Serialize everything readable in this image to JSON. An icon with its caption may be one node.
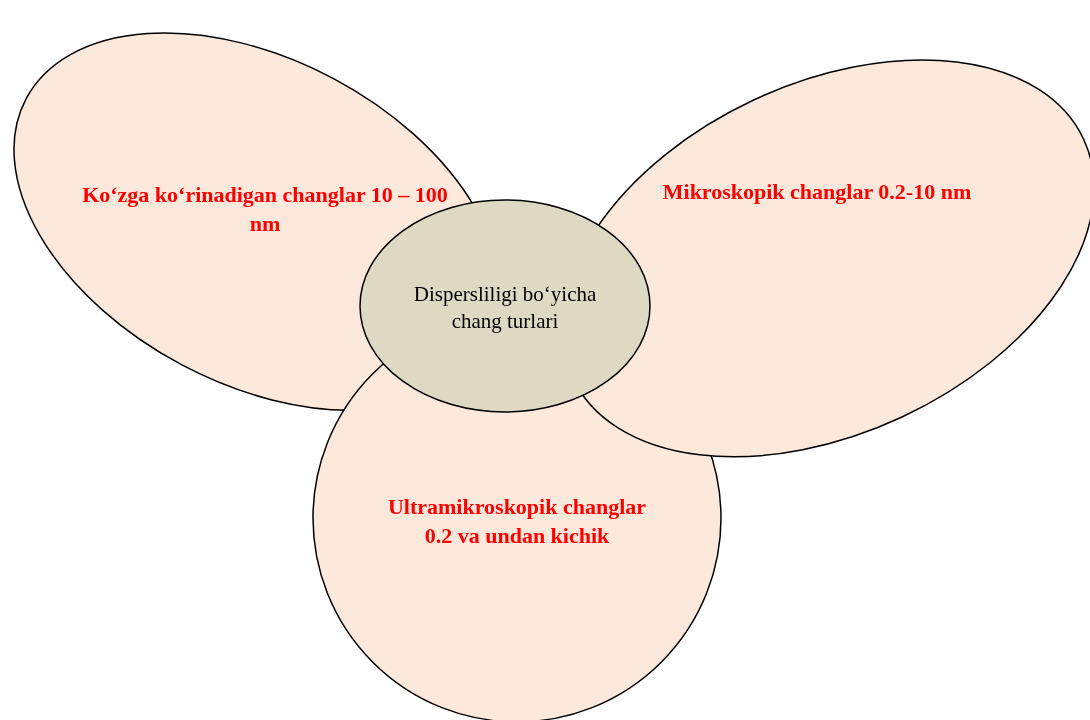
{
  "diagram": {
    "nodes": [
      {
        "text": [
          "Ko‘zga ko‘rinadigan changlar 10 – 100 nm"
        ]
      },
      {
        "text": [
          "Mikroskopik changlar 0.2-10 nm"
        ]
      },
      {
        "text": [
          "Dispersliligi bo‘yicha chang turlari"
        ]
      },
      {
        "text": [
          "Ultramikroskopik changlar 0.2 va undan kichik"
        ]
      }
    ],
    "edges": []
  }
}
